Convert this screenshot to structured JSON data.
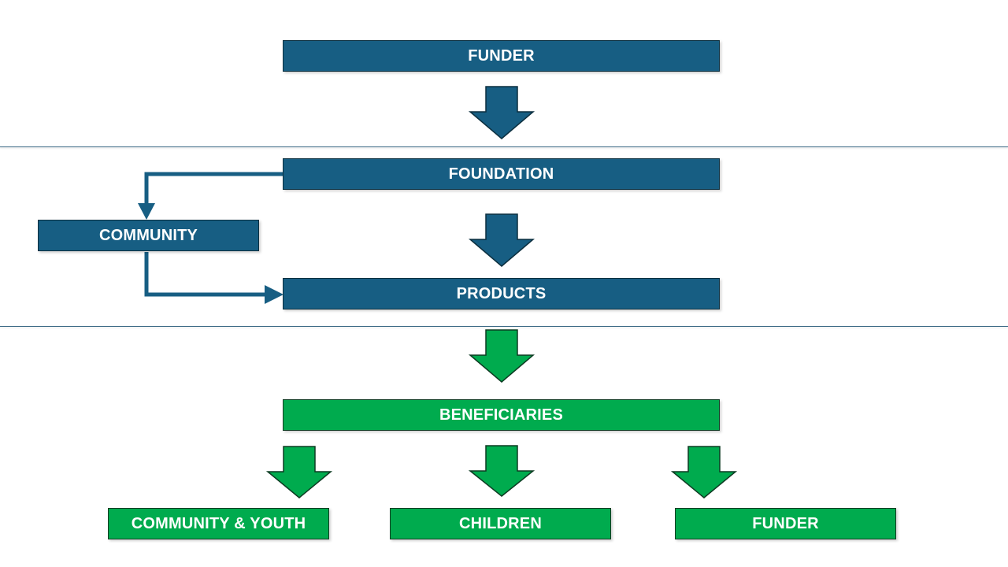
{
  "colors": {
    "blue": "#175e83",
    "green": "#00ab4e",
    "divider": "#3c6a86"
  },
  "nodes": {
    "funder_top": "FUNDER",
    "foundation": "FOUNDATION",
    "community": "COMMUNITY",
    "products": "PRODUCTS",
    "beneficiaries": "BENEFICIARIES",
    "community_youth": "COMMUNITY & YOUTH",
    "children": "CHILDREN",
    "funder_bottom": "FUNDER"
  }
}
